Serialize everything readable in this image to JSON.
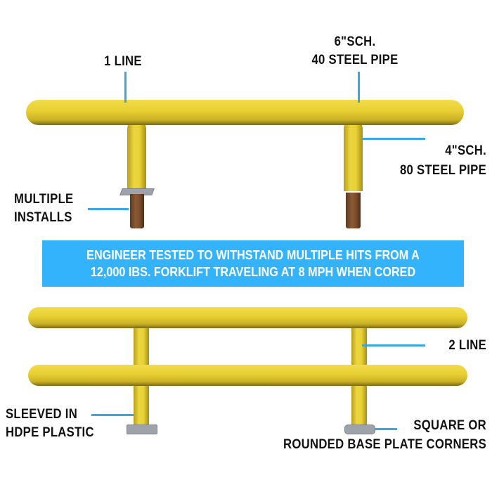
{
  "labels": {
    "one_line": "1 LINE",
    "six_sch_1": "6\"SCH.",
    "six_sch_2": "40 STEEL PIPE",
    "four_sch_1": "4\"SCH.",
    "four_sch_2": "80 STEEL PIPE",
    "multiple_1": "MULTIPLE",
    "multiple_2": "INSTALLS",
    "two_line": "2 LINE",
    "sleeved_1": "SLEEVED IN",
    "sleeved_2": "HDPE PLASTIC",
    "base_1": "SQUARE OR",
    "base_2": "ROUNDED BASE PLATE CORNERS"
  },
  "banner": {
    "line1": "ENGINEER TESTED TO WITHSTAND MULTIPLE HITS FROM A",
    "line2": "12,000 IBS. FORKLIFT TRAVELING AT 8 MPH WHEN CORED"
  },
  "colors": {
    "accent": "#33b3fc",
    "pipe": "#e7cf33"
  }
}
